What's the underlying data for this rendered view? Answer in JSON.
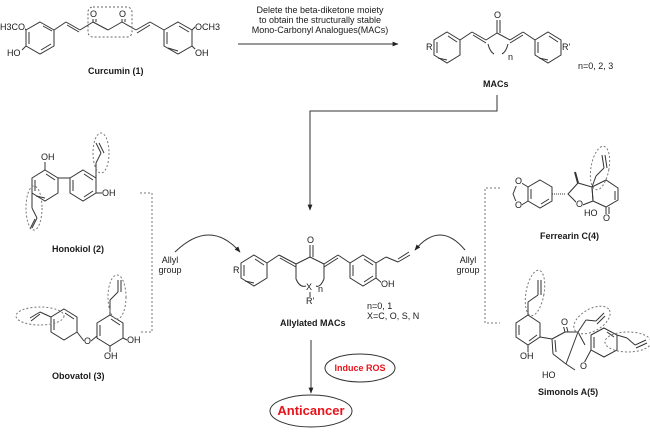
{
  "compounds": {
    "curcumin": {
      "name": "Curcumin (1)",
      "left_sub": "H3CO",
      "right_sub": "OCH3",
      "left_oh": "HO",
      "right_oh": "OH",
      "carbonyl": "O"
    },
    "macs": {
      "name": "MACs",
      "r": "R",
      "r_prime": "R'",
      "n": "n",
      "n_values": "n=0, 2, 3",
      "carbonyl": "O"
    },
    "honokiol": {
      "name": "Honokiol (2)",
      "oh": "OH"
    },
    "obovatol": {
      "name": "Obovatol (3)",
      "oh": "OH",
      "o": "O"
    },
    "ferrearin": {
      "name": "Ferrearin C(4)",
      "ho": "HO",
      "o": "O"
    },
    "simonols": {
      "name": "Simonols A(5)",
      "oh": "OH",
      "ho": "HO",
      "o": "O"
    },
    "allylated": {
      "name": "Allylated MACs",
      "r": "R",
      "x": "X",
      "n": "n",
      "r_prime": "R'",
      "oh": "OH",
      "o": "O",
      "n_values": "n=0, 1",
      "x_values": "X=C, O, S, N"
    }
  },
  "arrows": {
    "top_step": [
      "Delete the beta-diketone moiety",
      "to obtain the structurally stable",
      "Mono-Carbonyl Analogues(MACs)"
    ],
    "left_group": [
      "Allyl",
      "group"
    ],
    "right_group": [
      "Allyl",
      "group"
    ]
  },
  "outcomes": {
    "induce": "Induce ROS",
    "result": "Anticancer"
  },
  "colors": {
    "highlight": "#e8131b",
    "line": "#333333",
    "dash": "#777777"
  }
}
